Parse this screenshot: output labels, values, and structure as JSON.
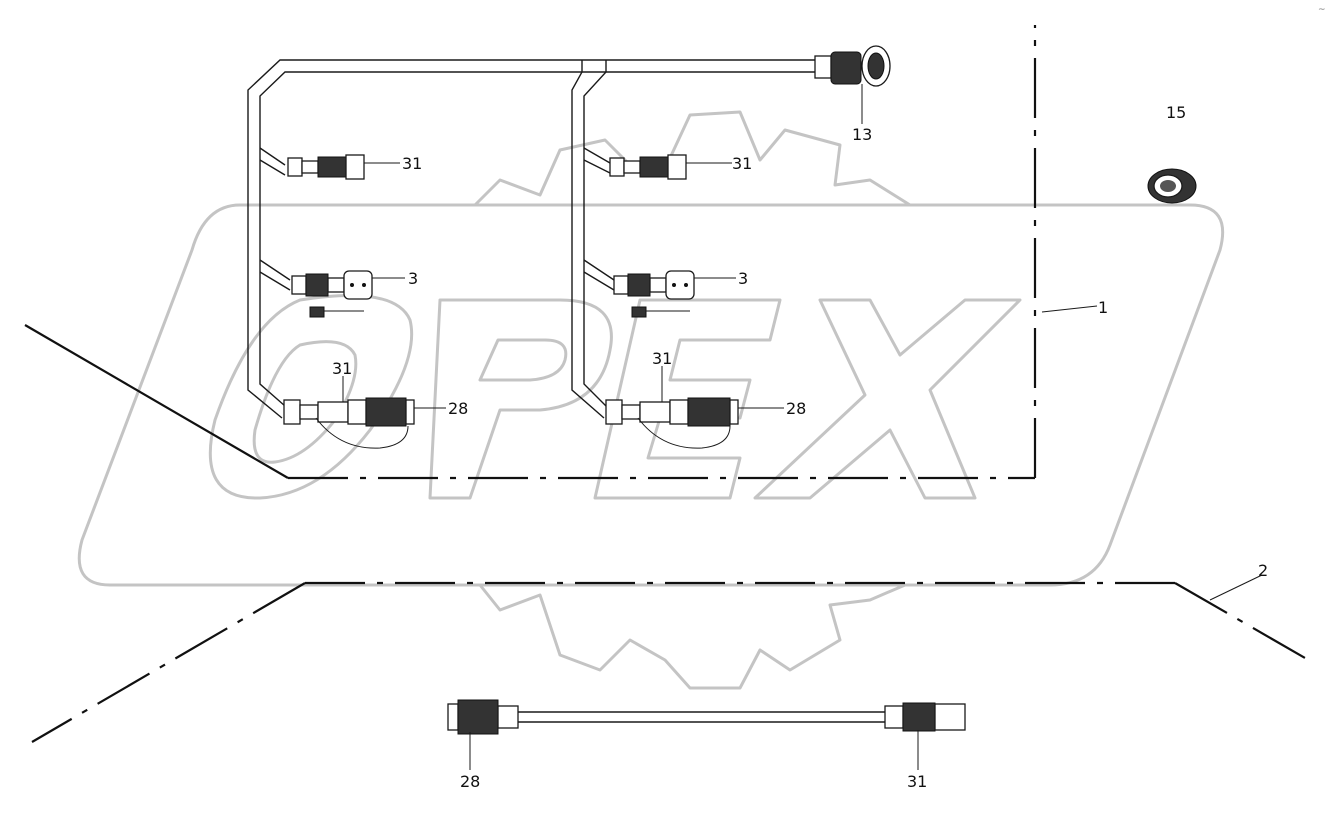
{
  "watermark": {
    "brand": "OPEX"
  },
  "corner_mark": "~",
  "callouts": {
    "c1": "1",
    "c2": "2",
    "c3a": "3",
    "c3b": "3",
    "c13": "13",
    "c15": "15",
    "c28a": "28",
    "c28b": "28",
    "c28c": "28",
    "c31a": "31",
    "c31b": "31",
    "c31c": "31",
    "c31d": "31",
    "c31e": "31"
  }
}
